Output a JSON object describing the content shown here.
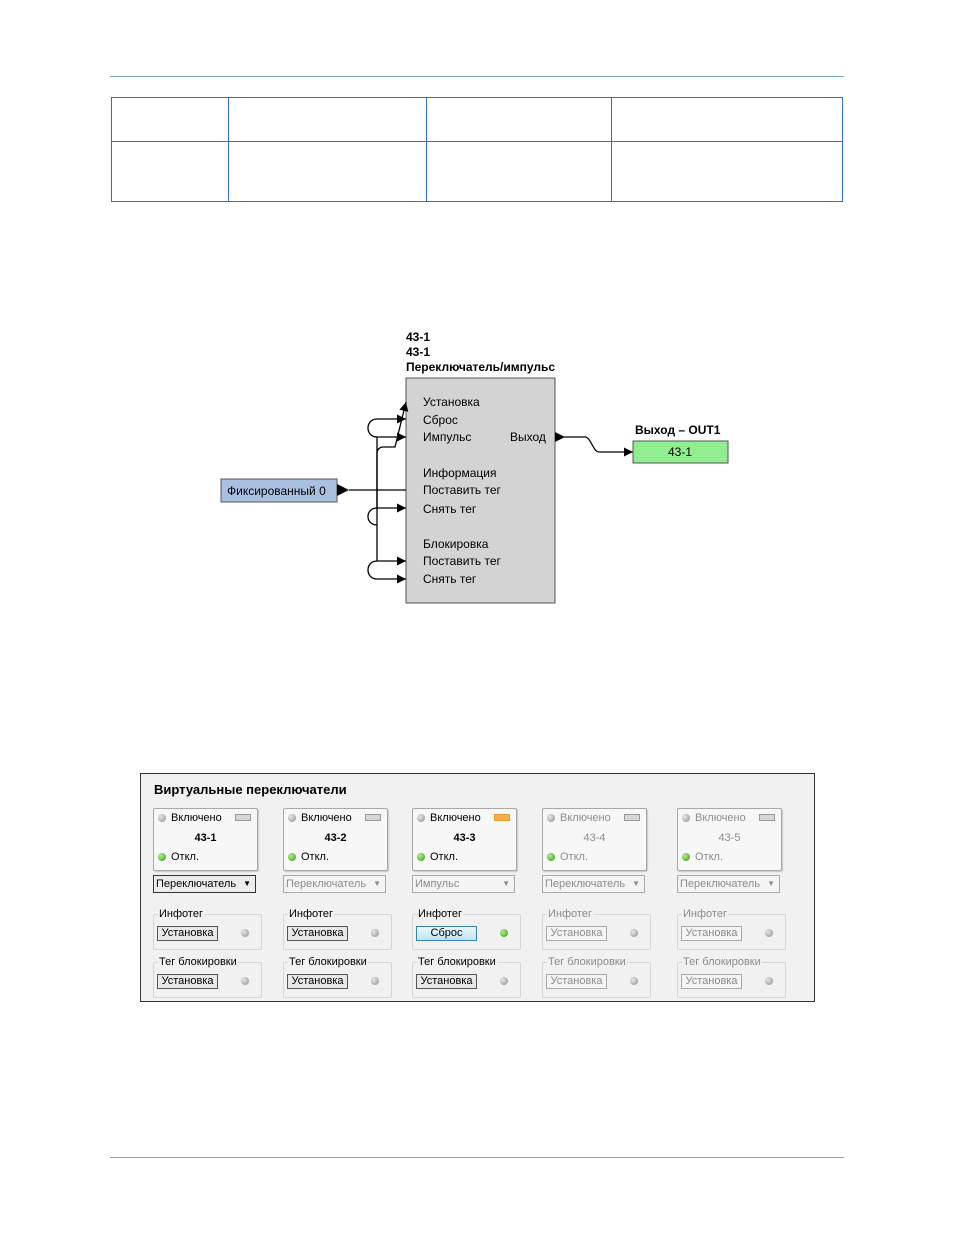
{
  "document": {
    "table": {
      "rows": [
        [
          "",
          "",
          "",
          ""
        ],
        [
          "",
          "",
          "",
          ""
        ]
      ]
    }
  },
  "diagram": {
    "block_title_lines": [
      "43-1",
      "43-1",
      "Переключатель/импульс"
    ],
    "inputs": [
      "Установка",
      "Сброс",
      "Импульс",
      "Поставить тег",
      "Снять тег",
      "Поставить тег",
      "Снять тег"
    ],
    "section_labels": [
      "Информация",
      "Блокировка"
    ],
    "output_label": "Выход",
    "fixed_input_label": "Фиксированный 0",
    "output_block_title": "Выход – OUT1",
    "output_block_value": "43-1",
    "colors": {
      "block_fill": "#d3d3d3",
      "fixed_fill": "#a9c0e0",
      "output_fill": "#90ee90"
    }
  },
  "panel": {
    "title": "Виртуальные переключатели",
    "switches": [
      {
        "on_label": "Включено",
        "name": "43-1",
        "off_label": "Откл.",
        "indicator": "grey",
        "mode": "Переключатель",
        "mode_active": true,
        "info_label": "Инфотег",
        "info_button": "Установка",
        "info_led": "grey",
        "lock_label": "Тег блокировки",
        "lock_button": "Установка",
        "lock_led": "grey",
        "disabled": false
      },
      {
        "on_label": "Включено",
        "name": "43-2",
        "off_label": "Откл.",
        "indicator": "grey",
        "mode": "Переключатель",
        "mode_active": false,
        "info_label": "Инфотег",
        "info_button": "Установка",
        "info_led": "grey",
        "lock_label": "Тег блокировки",
        "lock_button": "Установка",
        "lock_led": "grey",
        "disabled": false
      },
      {
        "on_label": "Включено",
        "name": "43-3",
        "off_label": "Откл.",
        "indicator": "orange",
        "mode": "Импульс",
        "mode_active": false,
        "info_label": "Инфотег",
        "info_button": "Сброс",
        "info_led": "green",
        "lock_label": "Тег блокировки",
        "lock_button": "Установка",
        "lock_led": "grey",
        "disabled": false
      },
      {
        "on_label": "Включено",
        "name": "43-4",
        "off_label": "Откл.",
        "indicator": "grey",
        "mode": "Переключатель",
        "mode_active": false,
        "info_label": "Инфотег",
        "info_button": "Установка",
        "info_led": "grey",
        "lock_label": "Тег блокировки",
        "lock_button": "Установка",
        "lock_led": "grey",
        "disabled": true
      },
      {
        "on_label": "Включено",
        "name": "43-5",
        "off_label": "Откл.",
        "indicator": "grey",
        "mode": "Переключатель",
        "mode_active": false,
        "info_label": "Инфотег",
        "info_button": "Установка",
        "info_led": "grey",
        "lock_label": "Тег блокировки",
        "lock_button": "Установка",
        "lock_led": "grey",
        "disabled": true
      }
    ]
  }
}
